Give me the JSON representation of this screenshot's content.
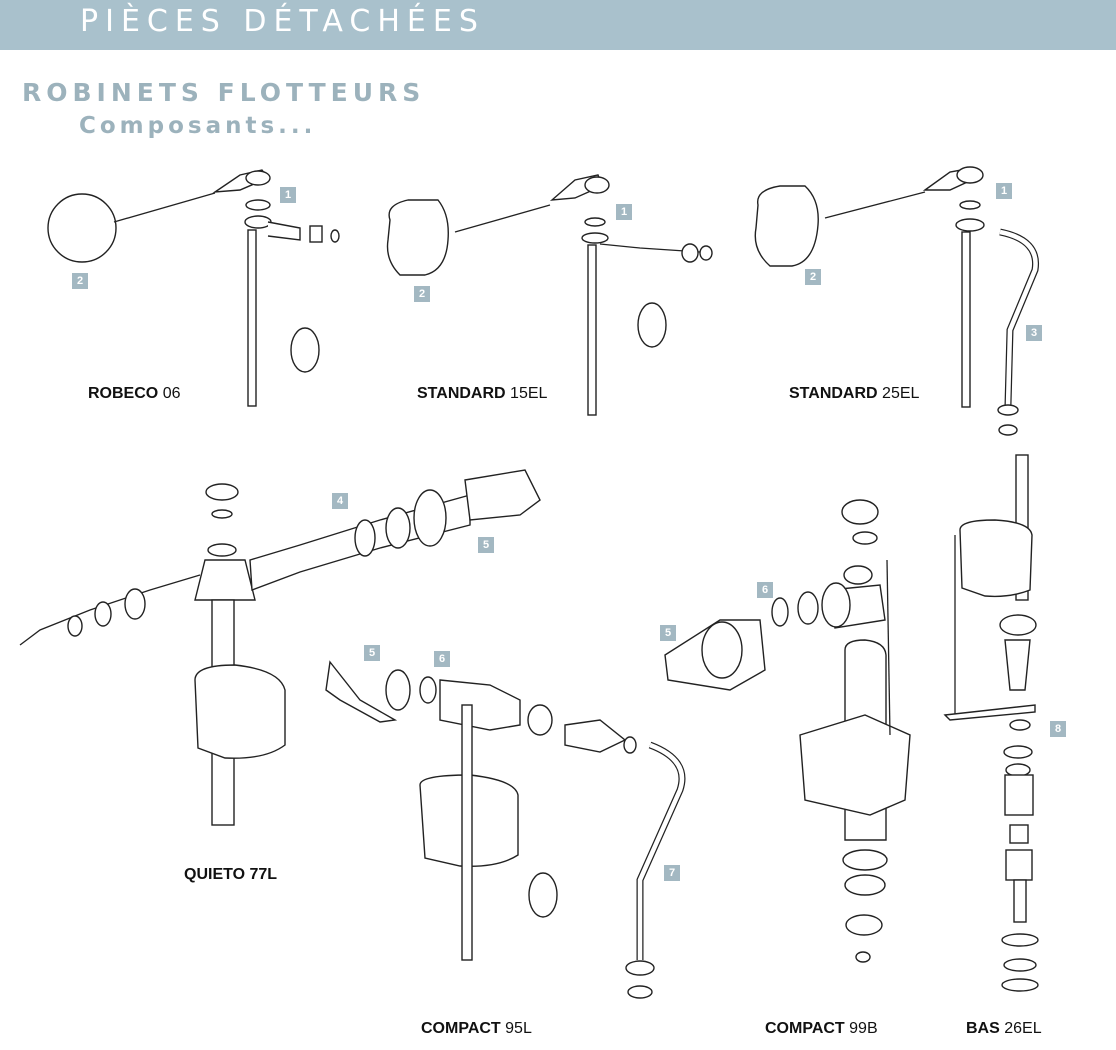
{
  "header": {
    "title": "PIÈCES DÉTACHÉES"
  },
  "section": {
    "title": "ROBINETS FLOTTEURS",
    "subtitle": "Composants..."
  },
  "products": [
    {
      "name": "ROBECO",
      "model": "06"
    },
    {
      "name": "STANDARD",
      "model": "15EL"
    },
    {
      "name": "STANDARD",
      "model": "25EL"
    },
    {
      "name": "QUIETO",
      "model": "77L"
    },
    {
      "name": "COMPACT",
      "model": "95L"
    },
    {
      "name": "COMPACT",
      "model": "99B"
    },
    {
      "name": "BAS",
      "model": "26EL"
    }
  ],
  "part_numbers": {
    "robeco_1": "1",
    "robeco_2": "2",
    "std15_1": "1",
    "std15_2": "2",
    "std25_1": "1",
    "std25_2": "2",
    "std25_3": "3",
    "quieto_4": "4",
    "quieto_5": "5",
    "compact95_5": "5",
    "compact95_6": "6",
    "compact95_7": "7",
    "compact99_5": "5",
    "compact99_6": "6",
    "bas_8": "8"
  },
  "colors": {
    "accent": "#a9c1cc",
    "badge": "#a3b8c2",
    "heading": "#9cb2bc"
  }
}
